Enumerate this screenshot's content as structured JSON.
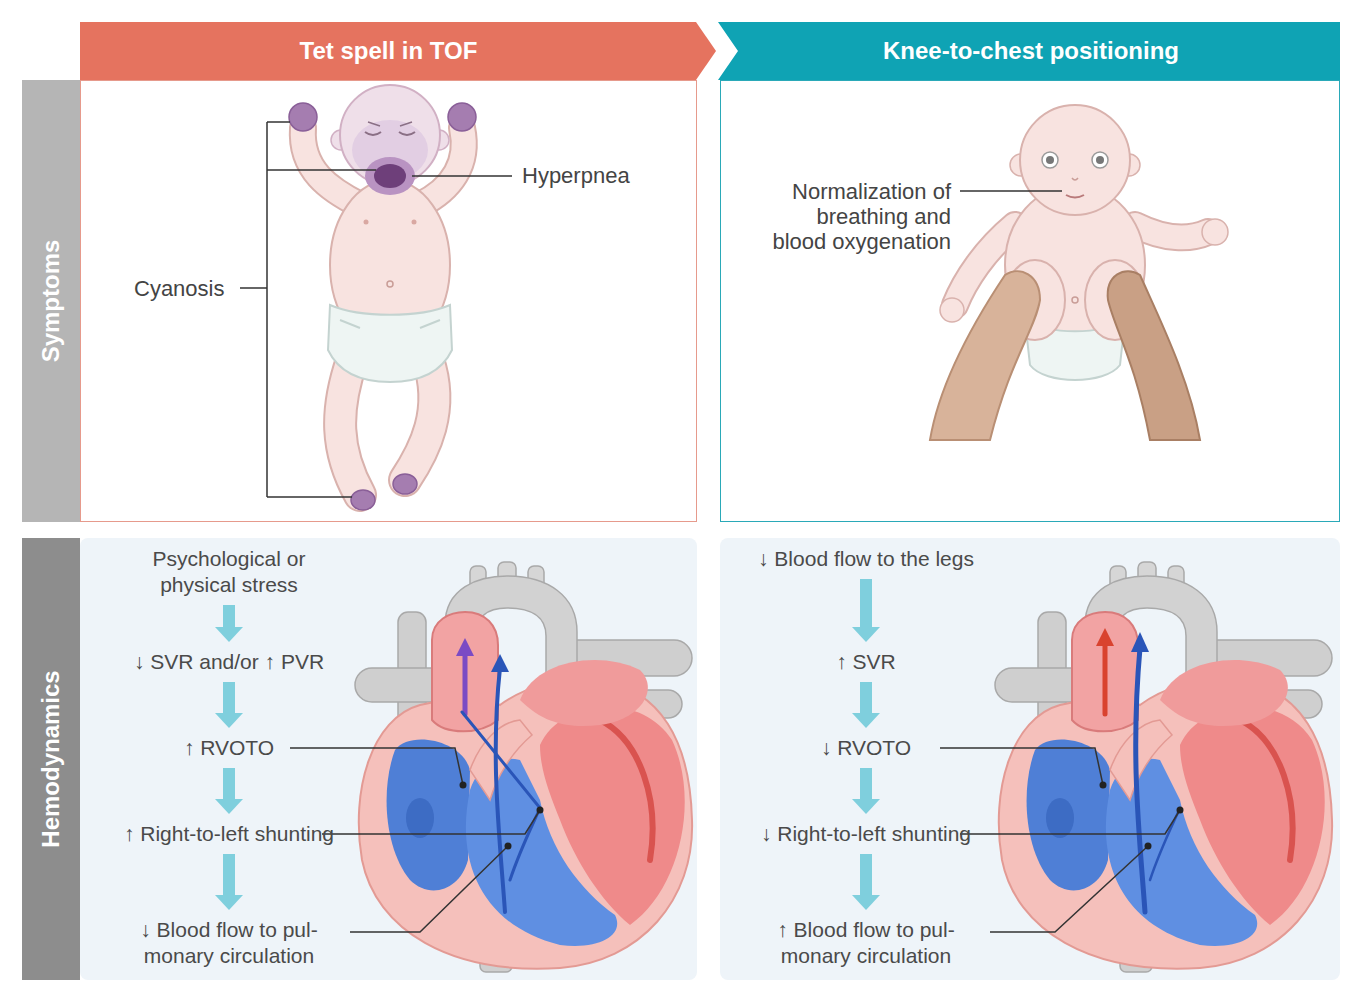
{
  "diagram": {
    "nodes": [
      {
        "text": [
          "Tet spell in TOF"
        ]
      },
      {
        "text": [
          "Knee-to-chest positioning"
        ]
      },
      {
        "text": [
          "Symptoms"
        ]
      },
      {
        "text": [
          "Hemodynamics"
        ]
      },
      {
        "text": [
          "Hyperpnea",
          "Cyanosis"
        ]
      },
      {
        "text": [
          "Normalization of breathing and blood oxygenation"
        ]
      },
      {
        "text": [
          "Psychological or physical stress"
        ]
      },
      {
        "text": [
          "↓ SVR and/or ↑ PVR"
        ]
      },
      {
        "text": [
          "↑ RVOTO"
        ]
      },
      {
        "text": [
          "↑ Right-to-left shunting"
        ]
      },
      {
        "text": [
          "↓ Blood flow to pul- monary circulation"
        ]
      },
      {
        "text": [
          "↓ Blood flow to the legs"
        ]
      },
      {
        "text": [
          "↑ SVR"
        ]
      },
      {
        "text": [
          "↓ RVOTO"
        ]
      },
      {
        "text": [
          "↓ Right-to-left shunting"
        ]
      },
      {
        "text": [
          "↑ Blood flow to pul- monary circulation"
        ]
      }
    ],
    "edges": [
      {
        "from": 6,
        "to": 7,
        "arrow": "to"
      },
      {
        "from": 7,
        "to": 8,
        "arrow": "to"
      },
      {
        "from": 8,
        "to": 9,
        "arrow": "to"
      },
      {
        "from": 9,
        "to": 10,
        "arrow": "to"
      },
      {
        "from": 11,
        "to": 12,
        "arrow": "to"
      },
      {
        "from": 12,
        "to": 13,
        "arrow": "to"
      },
      {
        "from": 13,
        "to": 14,
        "arrow": "to"
      },
      {
        "from": 14,
        "to": 15,
        "arrow": "to"
      }
    ]
  }
}
